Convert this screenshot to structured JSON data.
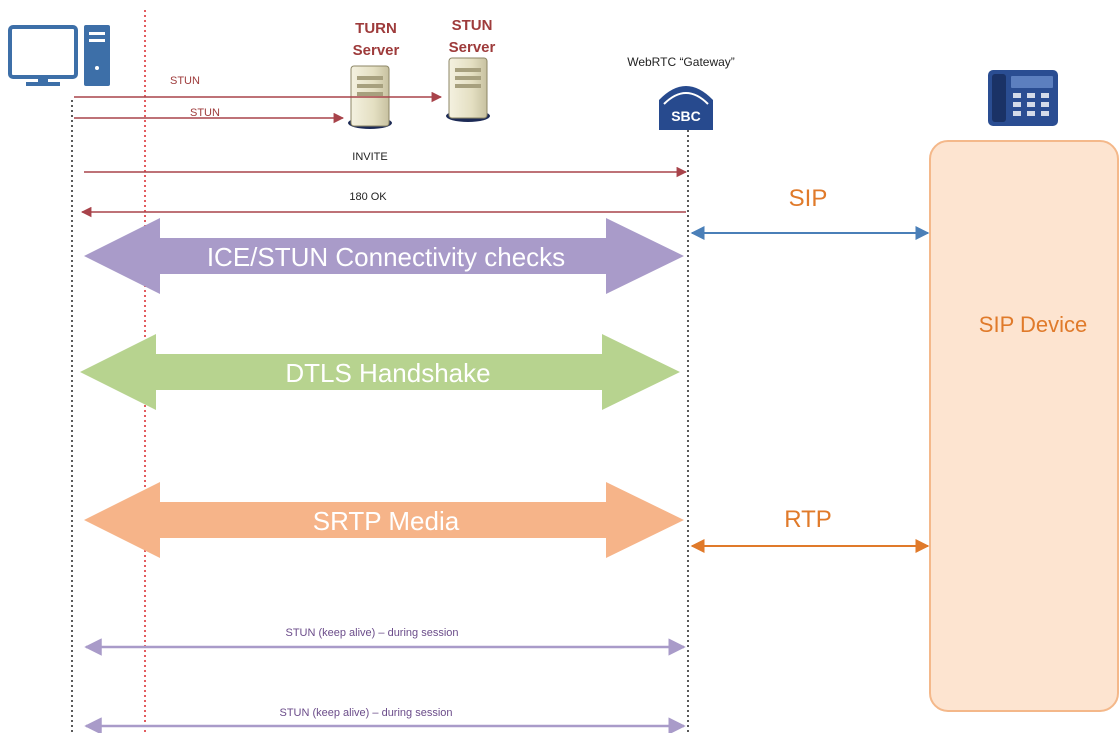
{
  "servers": {
    "turn_label_1": "TURN",
    "turn_label_2": "Server",
    "stun_label_1": "STUN",
    "stun_label_2": "Server"
  },
  "gateway": {
    "label": "WebRTC “Gateway”",
    "badge": "SBC"
  },
  "messages": {
    "stun_1": "STUN",
    "stun_2": "STUN",
    "invite": "INVITE",
    "ok": "180 OK",
    "keepalive_1": "STUN (keep alive) – during session",
    "keepalive_2": "STUN (keep alive) – during session"
  },
  "flows": {
    "ice": "ICE/STUN Connectivity checks",
    "dtls": "DTLS Handshake",
    "srtp": "SRTP Media"
  },
  "right_side": {
    "sip": "SIP",
    "rtp": "RTP",
    "device": "SIP Device"
  },
  "colors": {
    "server_label": "#9e3b3b",
    "msg_arrow": "#a8434a",
    "ice": "#a99bc9",
    "dtls": "#b7d38f",
    "srtp": "#f6b489",
    "sip_arrow": "#4a7fb8",
    "rtp_arrow": "#e07a2a",
    "device_fill": "#fde4d0",
    "device_stroke": "#f4b88a",
    "orange_text": "#e07a2a",
    "keepalive": "#a99bc9"
  }
}
